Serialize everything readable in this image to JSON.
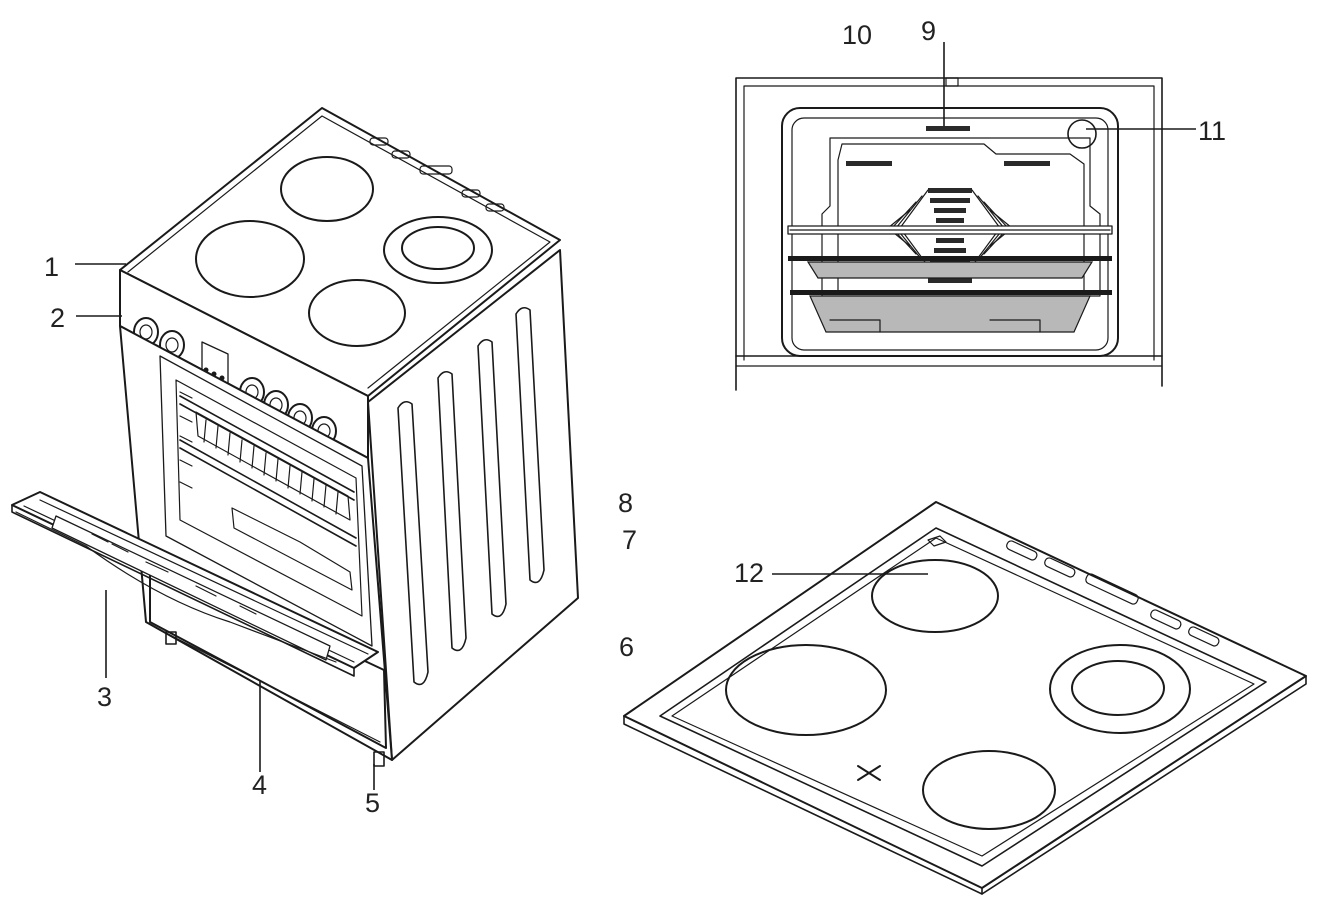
{
  "labels": {
    "l1": "1",
    "l2": "2",
    "l3": "3",
    "l4": "4",
    "l5": "5",
    "l6": "6",
    "l7": "7",
    "l8": "8",
    "l9": "9",
    "l10": "10",
    "l11": "11",
    "l12": "12"
  },
  "colors": {
    "line": "#1a1a1a",
    "tray": "#b8b8b8",
    "background": "#ffffff"
  }
}
